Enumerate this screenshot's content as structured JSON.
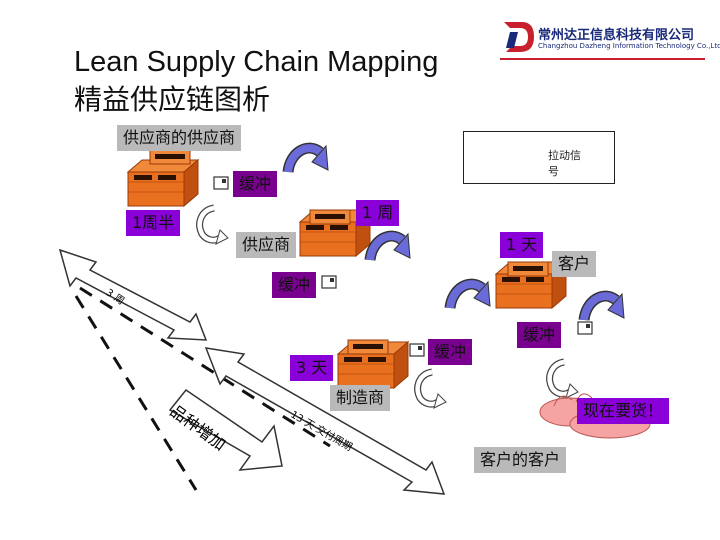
{
  "header": {
    "title_en": "Lean Supply Chain Mapping",
    "title_cn": "精益供应链图析"
  },
  "logo": {
    "name_cn": "常州达正信息科技有限公司",
    "name_en": "Changzhou Dazheng Information Technology Co.,Ltd"
  },
  "legend": {
    "label": "拉动信号"
  },
  "nodes": {
    "supplier_of_supplier": {
      "label": "供应商的供应商",
      "buffer": "缓冲",
      "time": "1周半"
    },
    "supplier": {
      "label": "供应商",
      "buffer": "缓冲",
      "time": "1 周"
    },
    "manufacturer": {
      "label": "制造商",
      "buffer": "缓冲",
      "time": "3 天"
    },
    "customer": {
      "label": "客户",
      "buffer": "缓冲",
      "time": "1 天"
    },
    "customer_of_customer": {
      "label": "客户的客户",
      "callout": "现在要货！"
    }
  },
  "arrows": {
    "top_leadtime": "3 周",
    "bottom_leadtime": "13 天 交付周期",
    "variety": "品种增加"
  },
  "colors": {
    "factory": "#e8701e",
    "factory_dark": "#b94a0e",
    "gray_label": "#b9b9b9",
    "purple_label": "#8a00d8",
    "buffer_label": "#7a0090",
    "pull_arrow": "#6a6ad8"
  }
}
